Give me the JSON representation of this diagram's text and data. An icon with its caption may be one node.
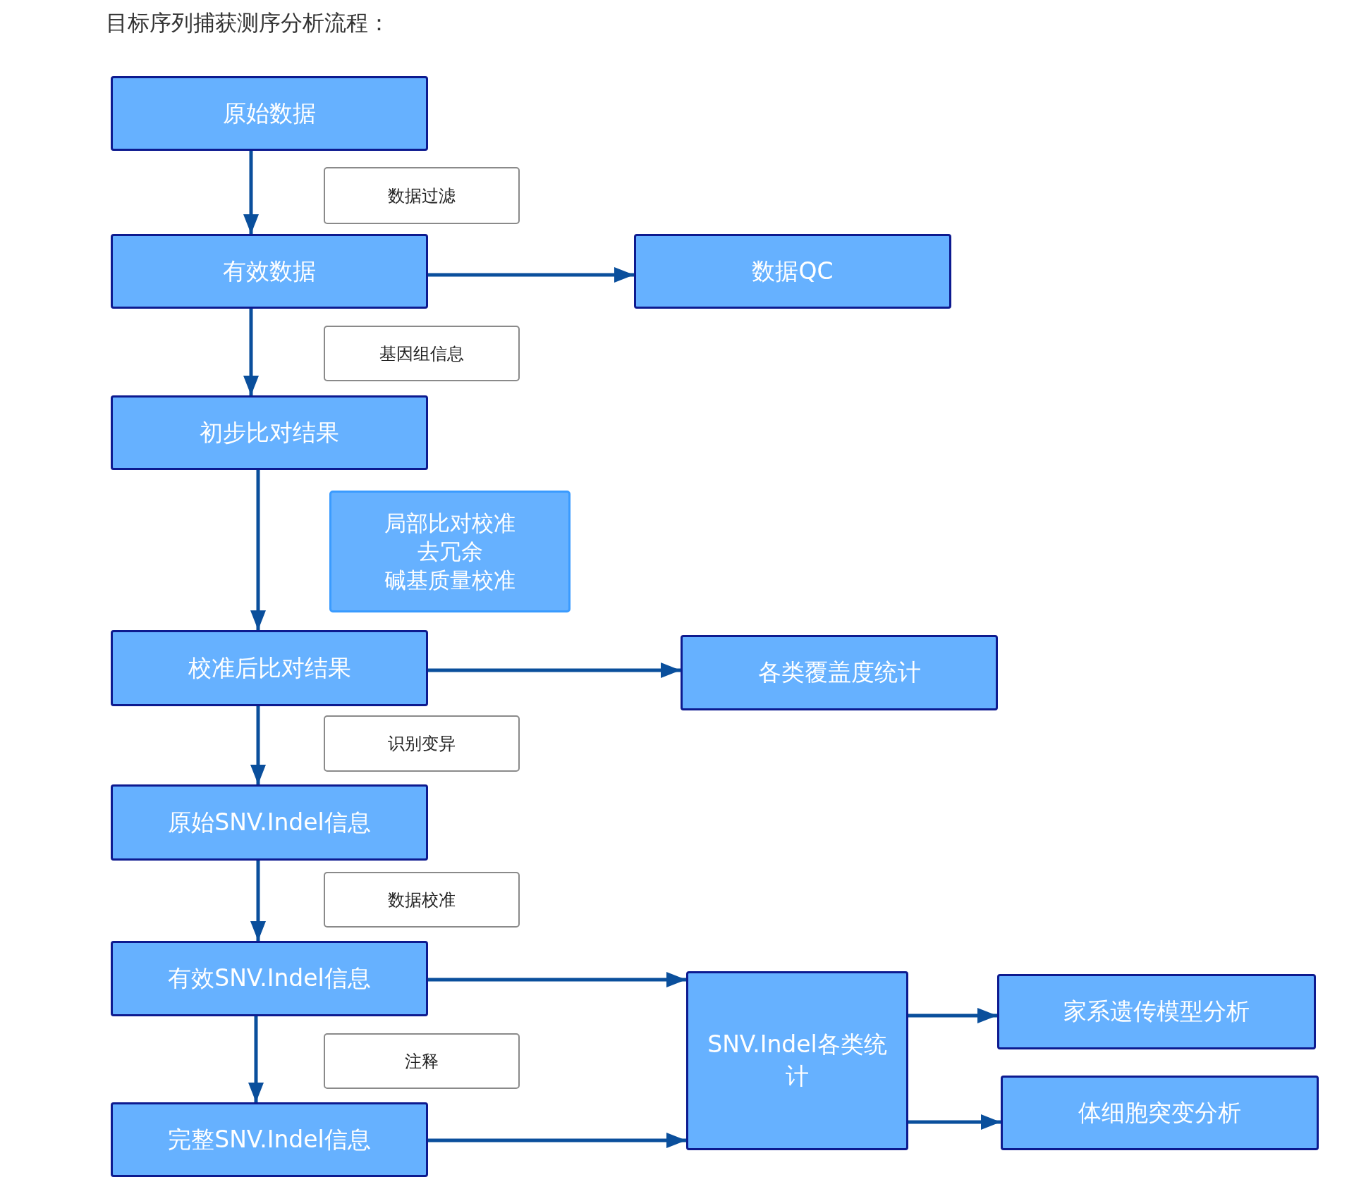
{
  "diagram": {
    "title": "目标序列捕获测序分析流程：",
    "nodes": [
      {
        "text": [
          "原始数据"
        ]
      },
      {
        "text": [
          "数据过滤"
        ]
      },
      {
        "text": [
          "有效数据"
        ]
      },
      {
        "text": [
          "数据QC"
        ]
      },
      {
        "text": [
          "基因组信息"
        ]
      },
      {
        "text": [
          "初步比对结果"
        ]
      },
      {
        "text": [
          "局部比对校准",
          "去冗余",
          "碱基质量校准"
        ]
      },
      {
        "text": [
          "校准后比对结果"
        ]
      },
      {
        "text": [
          "各类覆盖度统计"
        ]
      },
      {
        "text": [
          "识别变异"
        ]
      },
      {
        "text": [
          "原始SNV.Indel信息"
        ]
      },
      {
        "text": [
          "数据校准"
        ]
      },
      {
        "text": [
          "有效SNV.Indel信息"
        ]
      },
      {
        "text": [
          "注释"
        ]
      },
      {
        "text": [
          "完整SNV.Indel信息"
        ]
      },
      {
        "text": [
          "SNV.Indel各类统计"
        ]
      },
      {
        "text": [
          "家系遗传模型分析"
        ]
      },
      {
        "text": [
          "体细胞突变分析"
        ]
      }
    ],
    "edges": [
      {
        "from": 0,
        "to": 2,
        "arrow": "to"
      },
      {
        "from": 2,
        "to": 3,
        "arrow": "to"
      },
      {
        "from": 2,
        "to": 5,
        "arrow": "to"
      },
      {
        "from": 5,
        "to": 7,
        "arrow": "to"
      },
      {
        "from": 7,
        "to": 8,
        "arrow": "to"
      },
      {
        "from": 7,
        "to": 10,
        "arrow": "to"
      },
      {
        "from": 10,
        "to": 12,
        "arrow": "to"
      },
      {
        "from": 12,
        "to": 15,
        "arrow": "to"
      },
      {
        "from": 12,
        "to": 14,
        "arrow": "to"
      },
      {
        "from": 14,
        "to": 15,
        "arrow": "to"
      },
      {
        "from": 15,
        "to": 16,
        "arrow": "to"
      },
      {
        "from": 15,
        "to": 17,
        "arrow": "to"
      }
    ]
  }
}
